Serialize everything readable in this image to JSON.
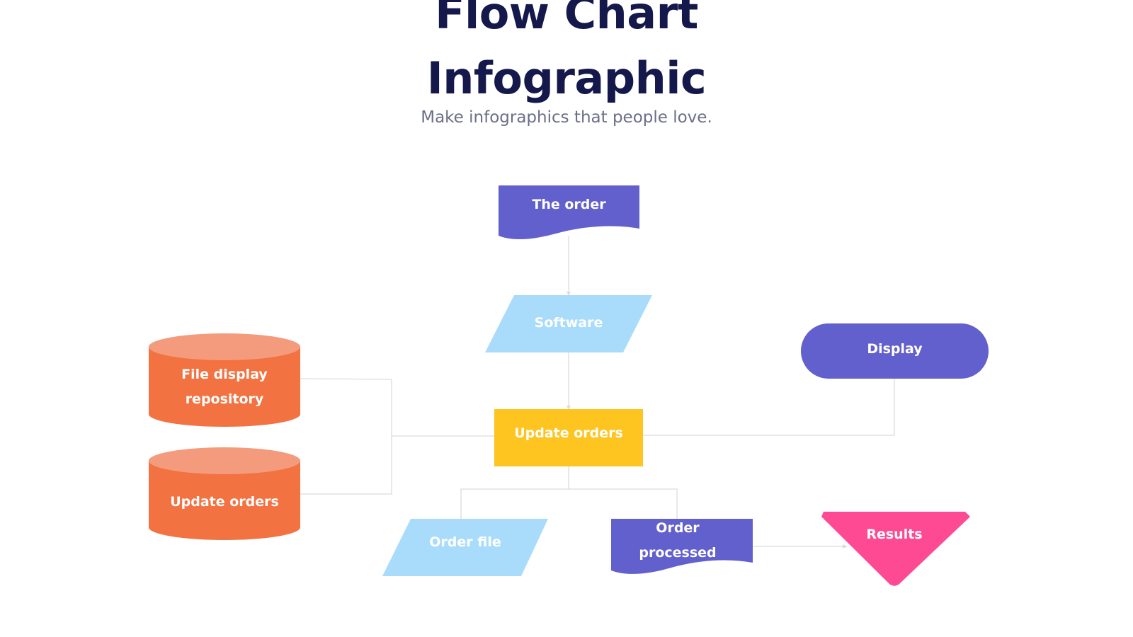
{
  "header": {
    "title_line1": "Flow Chart",
    "title_line2": "Infographic",
    "subtitle": "Make infographics that people love."
  },
  "colors": {
    "navy": "#14184a",
    "purple": "#6260cc",
    "light_blue": "#a9dcfb",
    "yellow": "#fec420",
    "orange": "#f27241",
    "orange_top": "#f39b7c",
    "pink": "#fd4a93",
    "connector": "#dcdcdc"
  },
  "nodes": {
    "the_order": "The order",
    "software": "Software",
    "update_orders_process": "Update orders",
    "display": "Display",
    "file_display_repository": "File display repository",
    "update_orders_db": "Update orders",
    "order_file": "Order file",
    "order_processed": "Order processed",
    "results": "Results"
  }
}
